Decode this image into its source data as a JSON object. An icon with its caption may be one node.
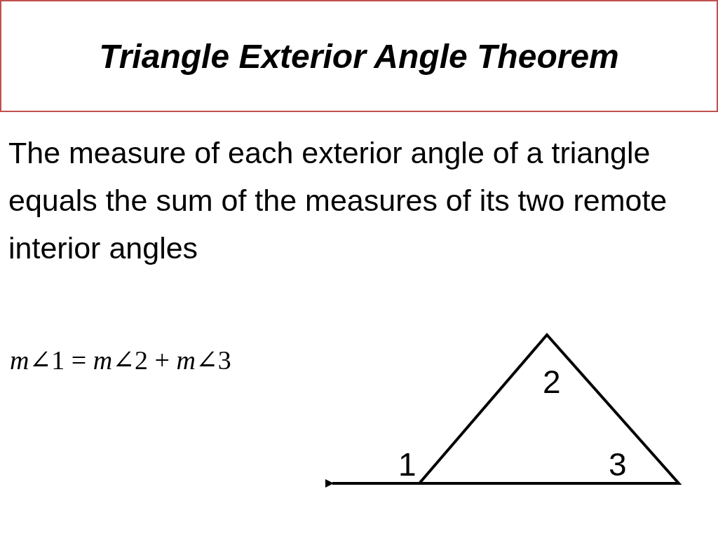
{
  "diagram": {
    "title": "Triangle Exterior Angle Theorem",
    "labels": [
      "The measure of each exterior angle of a triangle equals the sum of the measures of its two remote interior angles",
      "*m*∠1 = *m*∠2 + *m*∠3",
      "2",
      "1",
      "3"
    ]
  }
}
